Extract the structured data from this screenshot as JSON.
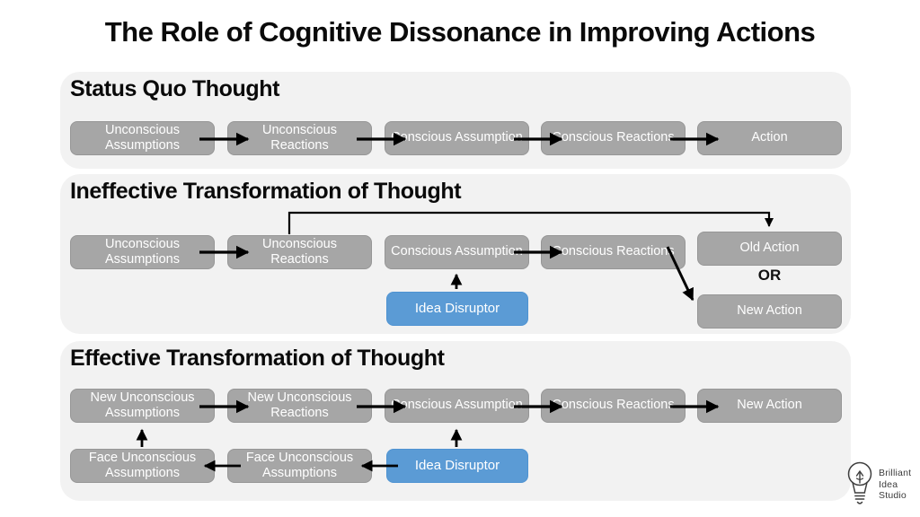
{
  "title": "The Role of Cognitive Dissonance in Improving Actions",
  "colors": {
    "box_gray": "#a6a6a6",
    "box_blue": "#5b9bd5",
    "section_bg": "#f2f2f2",
    "arrow_black": "#000000",
    "box_text": "#ffffff",
    "heading_text": "#0a0a0a"
  },
  "sections": [
    {
      "heading": "Status Quo Thought",
      "boxes": [
        "Unconscious Assumptions",
        "Unconscious Reactions",
        "Conscious Assumption",
        "Conscious Reactions",
        "Action"
      ]
    },
    {
      "heading": "Ineffective Transformation of Thought",
      "boxes": [
        "Unconscious Assumptions",
        "Unconscious Reactions",
        "Conscious Assumption",
        "Conscious Reactions",
        "Old Action"
      ],
      "or_label": "OR",
      "new_action_label": "New Action",
      "disruptor_label": "Idea Disruptor"
    },
    {
      "heading": "Effective Transformation of Thought",
      "boxes": [
        "New Unconscious Assumptions",
        "New Unconscious Reactions",
        "Conscious Assumption",
        "Conscious Reactions",
        "New Action"
      ],
      "row2_boxes": [
        "Face Unconscious Assumptions",
        "Face Unconscious Assumptions"
      ],
      "disruptor_label": "Idea Disruptor"
    }
  ],
  "logo": {
    "line1": "Brilliant",
    "line2": "Idea",
    "line3": "Studio"
  }
}
